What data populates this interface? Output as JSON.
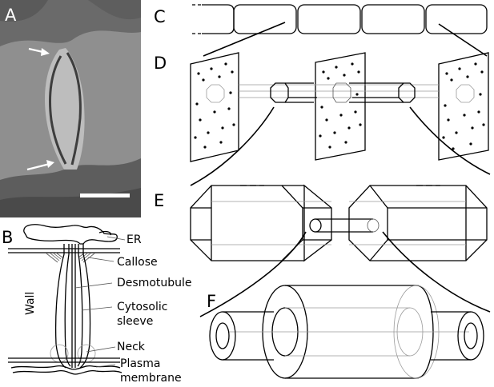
{
  "panels": {
    "a": "A",
    "b": "B",
    "c": "C",
    "d": "D",
    "e": "E",
    "f": "F"
  },
  "labels": {
    "er": "ER",
    "callose": "Callose",
    "desmotubule": "Desmotubule",
    "cytosolic_line1": "Cytosolic",
    "cytosolic_line2": "sleeve",
    "neck": "Neck",
    "plasma_line1": "Plasma",
    "plasma_line2": "membrane",
    "wall": "Wall"
  },
  "colors": {
    "micrograph_bg": "#8f8f8f",
    "micrograph_dark": "#4a4a4a",
    "ink": "#000000"
  }
}
